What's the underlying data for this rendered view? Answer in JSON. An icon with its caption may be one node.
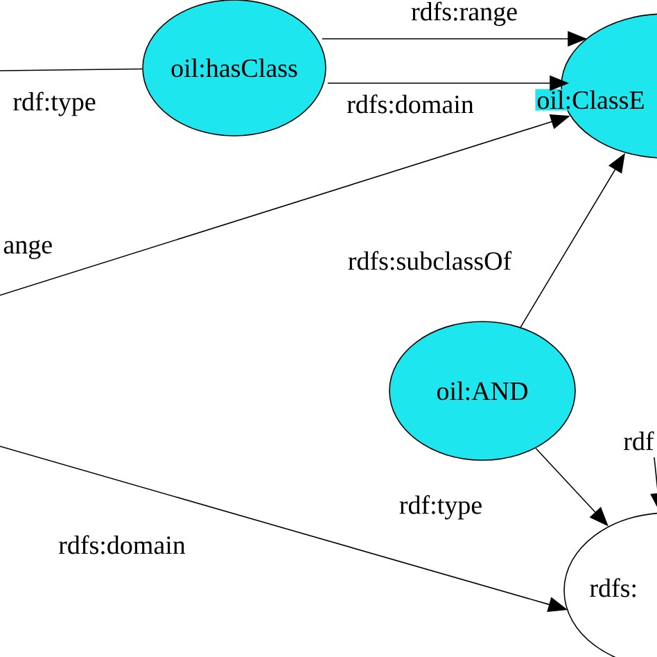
{
  "diagram": {
    "nodes": [
      {
        "text": [
          "oil:hasClass"
        ]
      },
      {
        "text": [
          "oil:ClassE"
        ]
      },
      {
        "text": [
          "oil:AND"
        ]
      },
      {
        "text": [
          "rdfs:"
        ]
      }
    ],
    "edges": [
      {
        "from": 0,
        "to": null,
        "label": "rdf:type",
        "arrow": "none"
      },
      {
        "from": 0,
        "to": 1,
        "label": "rdfs:range",
        "arrow": "to"
      },
      {
        "from": 0,
        "to": 1,
        "label": "rdfs:domain",
        "arrow": "to"
      },
      {
        "from": null,
        "to": 1,
        "label": "ange",
        "arrow": "to"
      },
      {
        "from": 2,
        "to": 1,
        "label": "rdfs:subclassOf",
        "arrow": "to"
      },
      {
        "from": 2,
        "to": 3,
        "label": "rdf:type",
        "arrow": "to"
      },
      {
        "from": null,
        "to": 3,
        "label": "rdfs:domain",
        "arrow": "to"
      },
      {
        "from": null,
        "to": 3,
        "label": "rdf",
        "arrow": "to"
      }
    ]
  }
}
